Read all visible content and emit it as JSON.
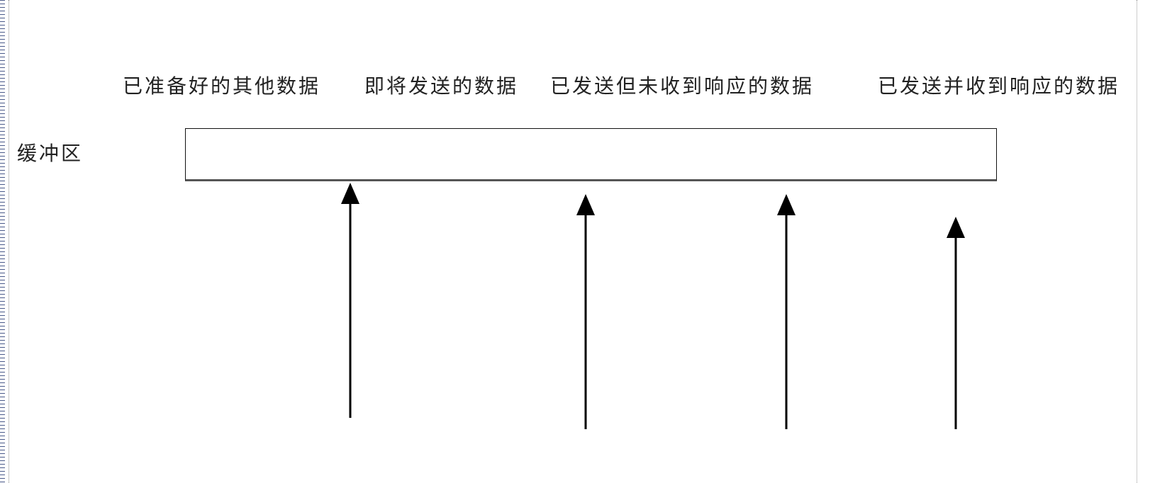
{
  "diagram": {
    "buffer_label": "缓冲区",
    "region_labels": [
      "已准备好的其他数据",
      "即将发送的数据",
      "已发送但未收到响应的数据",
      "已发送并收到响应的数据"
    ],
    "pointer_count": 4
  }
}
